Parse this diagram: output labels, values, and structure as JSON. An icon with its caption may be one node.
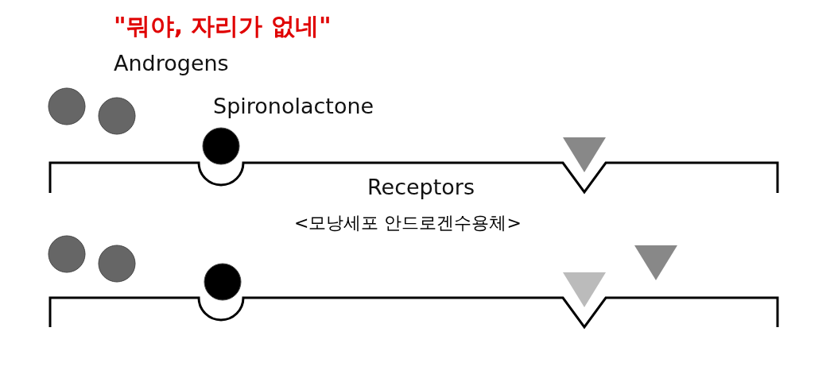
{
  "diagram": {
    "labels": [
      "\"뭐야, 자리가 없네\"",
      "Androgens",
      "Spironolactone",
      "Receptors",
      "<모낭세포 안드로겐수용체>"
    ]
  }
}
